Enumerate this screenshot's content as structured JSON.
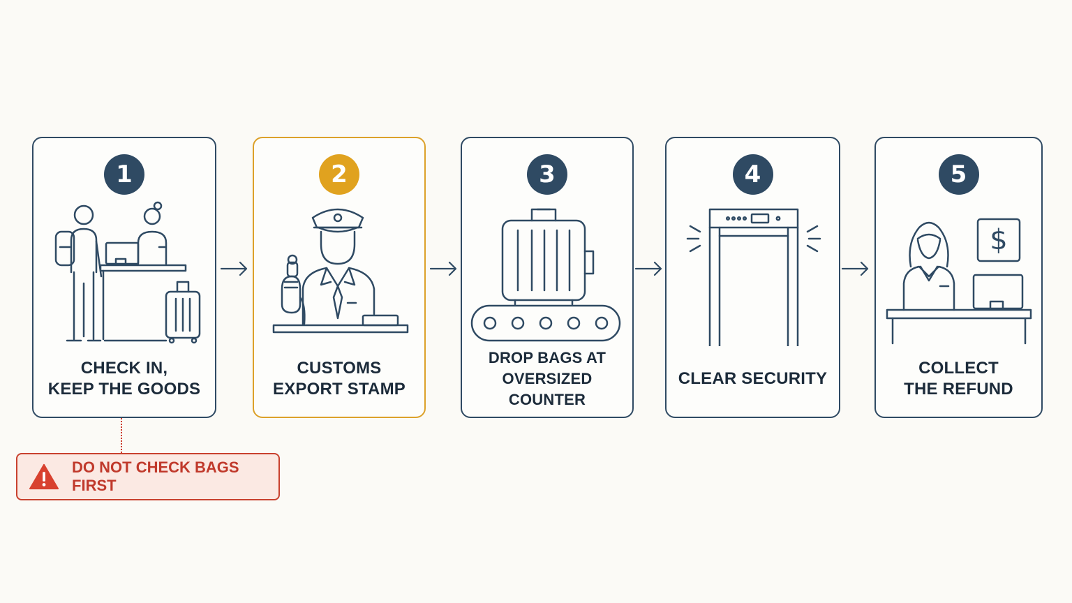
{
  "steps": [
    {
      "number": "1",
      "lines": [
        "CHECK IN,",
        "KEEP THE GOODS"
      ]
    },
    {
      "number": "2",
      "lines": [
        "CUSTOMS",
        "EXPORT STAMP"
      ]
    },
    {
      "number": "3",
      "lines": [
        "DROP BAGS AT",
        "OVERSIZED COUNTER"
      ]
    },
    {
      "number": "4",
      "lines": [
        "CLEAR SECURITY"
      ]
    },
    {
      "number": "5",
      "lines": [
        "COLLECT",
        "THE REFUND"
      ],
      "sign": "$"
    }
  ],
  "warning": {
    "text": "DO NOT CHECK BAGS FIRST"
  },
  "highlight_step": 2,
  "colors": {
    "primary": "#2f4a63",
    "highlight": "#e0a21f",
    "warning": "#c8412e",
    "warning_bg": "#fbe9e3"
  },
  "icons": [
    "check-in-desk-icon",
    "customs-officer-icon",
    "luggage-conveyor-icon",
    "security-gate-icon",
    "refund-counter-icon",
    "warning-triangle-icon",
    "arrow-right-icon"
  ]
}
